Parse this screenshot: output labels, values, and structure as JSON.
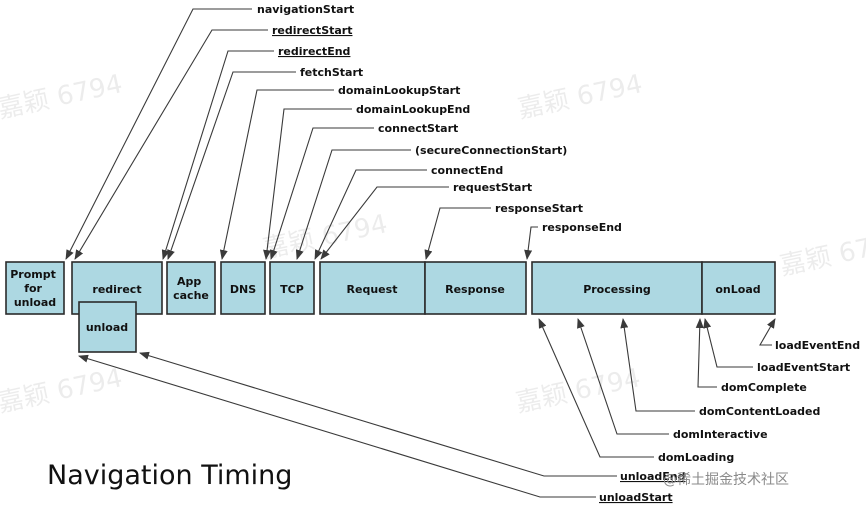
{
  "title": "Navigation Timing",
  "credit": "@稀土掘金技术社区",
  "watermark": "嘉颖 6794",
  "boxes": {
    "prompt": [
      "Prompt",
      "for",
      "unload"
    ],
    "redirect": [
      "redirect"
    ],
    "unload": [
      "unload"
    ],
    "appcache": [
      "App",
      "cache"
    ],
    "dns": [
      "DNS"
    ],
    "tcp": [
      "TCP"
    ],
    "request": [
      "Request"
    ],
    "response": [
      "Response"
    ],
    "processing": [
      "Processing"
    ],
    "onload": [
      "onLoad"
    ]
  },
  "events": {
    "navigationStart": "navigationStart",
    "redirectStart": "redirectStart",
    "redirectEnd": "redirectEnd",
    "fetchStart": "fetchStart",
    "domainLookupStart": "domainLookupStart",
    "domainLookupEnd": "domainLookupEnd",
    "connectStart": "connectStart",
    "secureConnectionStart": "(secureConnectionStart)",
    "connectEnd": "connectEnd",
    "requestStart": "requestStart",
    "responseStart": "responseStart",
    "responseEnd": "responseEnd",
    "loadEventEnd": "loadEventEnd",
    "loadEventStart": "loadEventStart",
    "domComplete": "domComplete",
    "domContentLoaded": "domContentLoaded",
    "domInteractive": "domInteractive",
    "domLoading": "domLoading",
    "unloadEnd": "unloadEnd",
    "unloadStart": "unloadStart"
  }
}
